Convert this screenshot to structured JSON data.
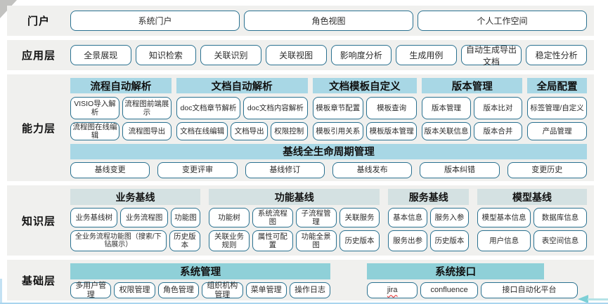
{
  "portal": {
    "label": "门户",
    "items": [
      "系统门户",
      "角色视图",
      "个人工作空间"
    ]
  },
  "app": {
    "label": "应用层",
    "items": [
      "全景展现",
      "知识检索",
      "关联识别",
      "关联视图",
      "影响度分析",
      "生成用例",
      "自动生成导出文档",
      "稳定性分析"
    ]
  },
  "capability": {
    "label": "能力层",
    "groups": [
      {
        "header": "流程自动解析",
        "rows": [
          [
            "VISIO导入解析",
            "流程图前端展示"
          ],
          [
            "流程图在线编辑",
            "流程图导出"
          ]
        ]
      },
      {
        "header": "文档自动解析",
        "rows": [
          [
            "doc文档章节解析",
            "doc文档内容解析"
          ],
          [
            "文档在线编辑",
            "文档导出",
            "权限控制"
          ]
        ]
      },
      {
        "header": "文档模板自定义",
        "rows": [
          [
            "模板章节配置",
            "模板查询"
          ],
          [
            "模板引用关系",
            "模板版本管理"
          ]
        ]
      },
      {
        "header": "版本管理",
        "rows": [
          [
            "版本管理",
            "版本比对"
          ],
          [
            "版本关联信息",
            "版本合并"
          ]
        ]
      },
      {
        "header": "全局配置",
        "rows": [
          [
            "标签管理/自定义"
          ],
          [
            "产品管理"
          ]
        ]
      }
    ],
    "baseline": {
      "header": "基线全生命周期管理",
      "items": [
        "基线变更",
        "变更评审",
        "基线修订",
        "基线发布",
        "版本纠错",
        "变更历史"
      ]
    }
  },
  "knowledge": {
    "label": "知识层",
    "groups": [
      {
        "header": "业务基线",
        "rows": [
          [
            "业务基线树",
            "业务流程图",
            "功能图"
          ],
          [
            "全业务流程功能图（搜索/下钻展示）",
            "历史版本"
          ]
        ]
      },
      {
        "header": "功能基线",
        "rows": [
          [
            "功能树",
            "系统流程图",
            "子流程管理",
            "关联服务"
          ],
          [
            "关联业务规则",
            "属性可配置",
            "功能全景图",
            "历史版本"
          ]
        ]
      },
      {
        "header": "服务基线",
        "rows": [
          [
            "基本信息",
            "服务入参"
          ],
          [
            "服务出参",
            "历史版本"
          ]
        ]
      },
      {
        "header": "模型基线",
        "rows": [
          [
            "模型基本信息",
            "数据库信息"
          ],
          [
            "用户信息",
            "表空间信息"
          ]
        ]
      }
    ]
  },
  "base": {
    "label": "基础层",
    "groups": [
      {
        "header": "系统管理",
        "rows": [
          [
            "多用户管理",
            "权限管理",
            "角色管理",
            "组织机构管理",
            "菜单管理",
            "操作日志"
          ]
        ]
      },
      {
        "header": "系统接口",
        "rows": [
          [
            "jira",
            "confluence",
            "接口自动化平台"
          ]
        ]
      }
    ]
  },
  "colors": {
    "band_background": "#f0f0ee",
    "capability_header": "#a8d7e5",
    "knowledge_header": "#d4e1e2",
    "base_header": "#8fd0d8",
    "box_border": "#2a7190",
    "bottom_line": "#a9d4ee",
    "pointer_arrow": "#7ccfd6",
    "misspell_underline": "#e03a3a"
  }
}
